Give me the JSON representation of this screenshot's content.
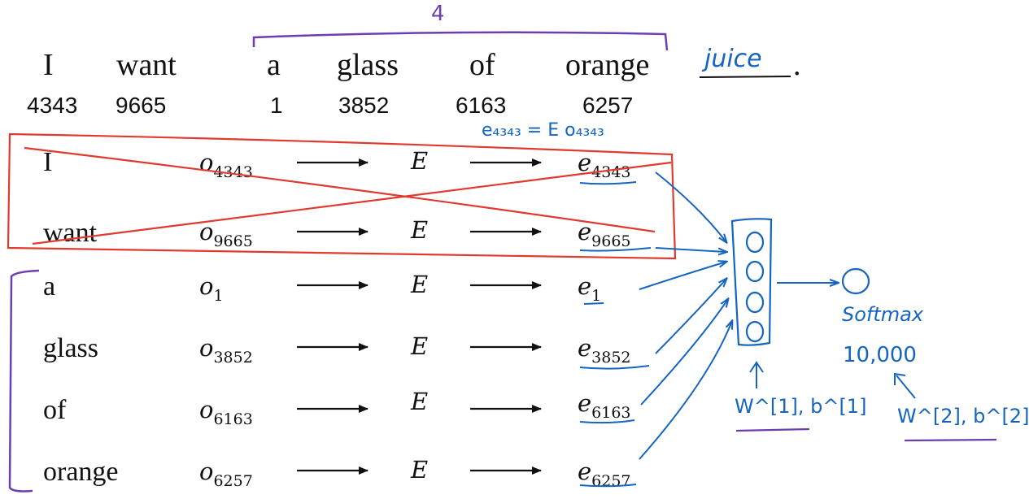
{
  "sentence": {
    "words": [
      "I",
      "want",
      "a",
      "glass",
      "of",
      "orange"
    ],
    "indices": [
      "4343",
      "9665",
      "1",
      "3852",
      "6163",
      "6257"
    ],
    "target_word": "juice",
    "period": ".",
    "window_size": "4"
  },
  "rows": [
    {
      "word": "I",
      "onehot": "o",
      "onehot_sub": "4343",
      "matrix": "E",
      "emb": "e",
      "emb_sub": "4343"
    },
    {
      "word": "want",
      "onehot": "o",
      "onehot_sub": "9665",
      "matrix": "E",
      "emb": "e",
      "emb_sub": "9665"
    },
    {
      "word": "a",
      "onehot": "o",
      "onehot_sub": "1",
      "matrix": "E",
      "emb": "e",
      "emb_sub": "1"
    },
    {
      "word": "glass",
      "onehot": "o",
      "onehot_sub": "3852",
      "matrix": "E",
      "emb": "e",
      "emb_sub": "3852"
    },
    {
      "word": "of",
      "onehot": "o",
      "onehot_sub": "6163",
      "matrix": "E",
      "emb": "e",
      "emb_sub": "6163"
    },
    {
      "word": "orange",
      "onehot": "o",
      "onehot_sub": "6257",
      "matrix": "E",
      "emb": "e",
      "emb_sub": "6257"
    }
  ],
  "annotations": {
    "embedding_equation": "e₄₃₄₃ = E o₄₃₄₃",
    "softmax_label": "Softmax",
    "softmax_size": "10,000",
    "layer1_params": "W^[1], b^[1]",
    "layer2_params": "W^[2], b^[2]"
  },
  "colors": {
    "ink": "#111111",
    "handwriting_blue": "#1565c0",
    "cross_out_red": "#e03a2f",
    "bracket_purple": "#6b3fb0"
  }
}
